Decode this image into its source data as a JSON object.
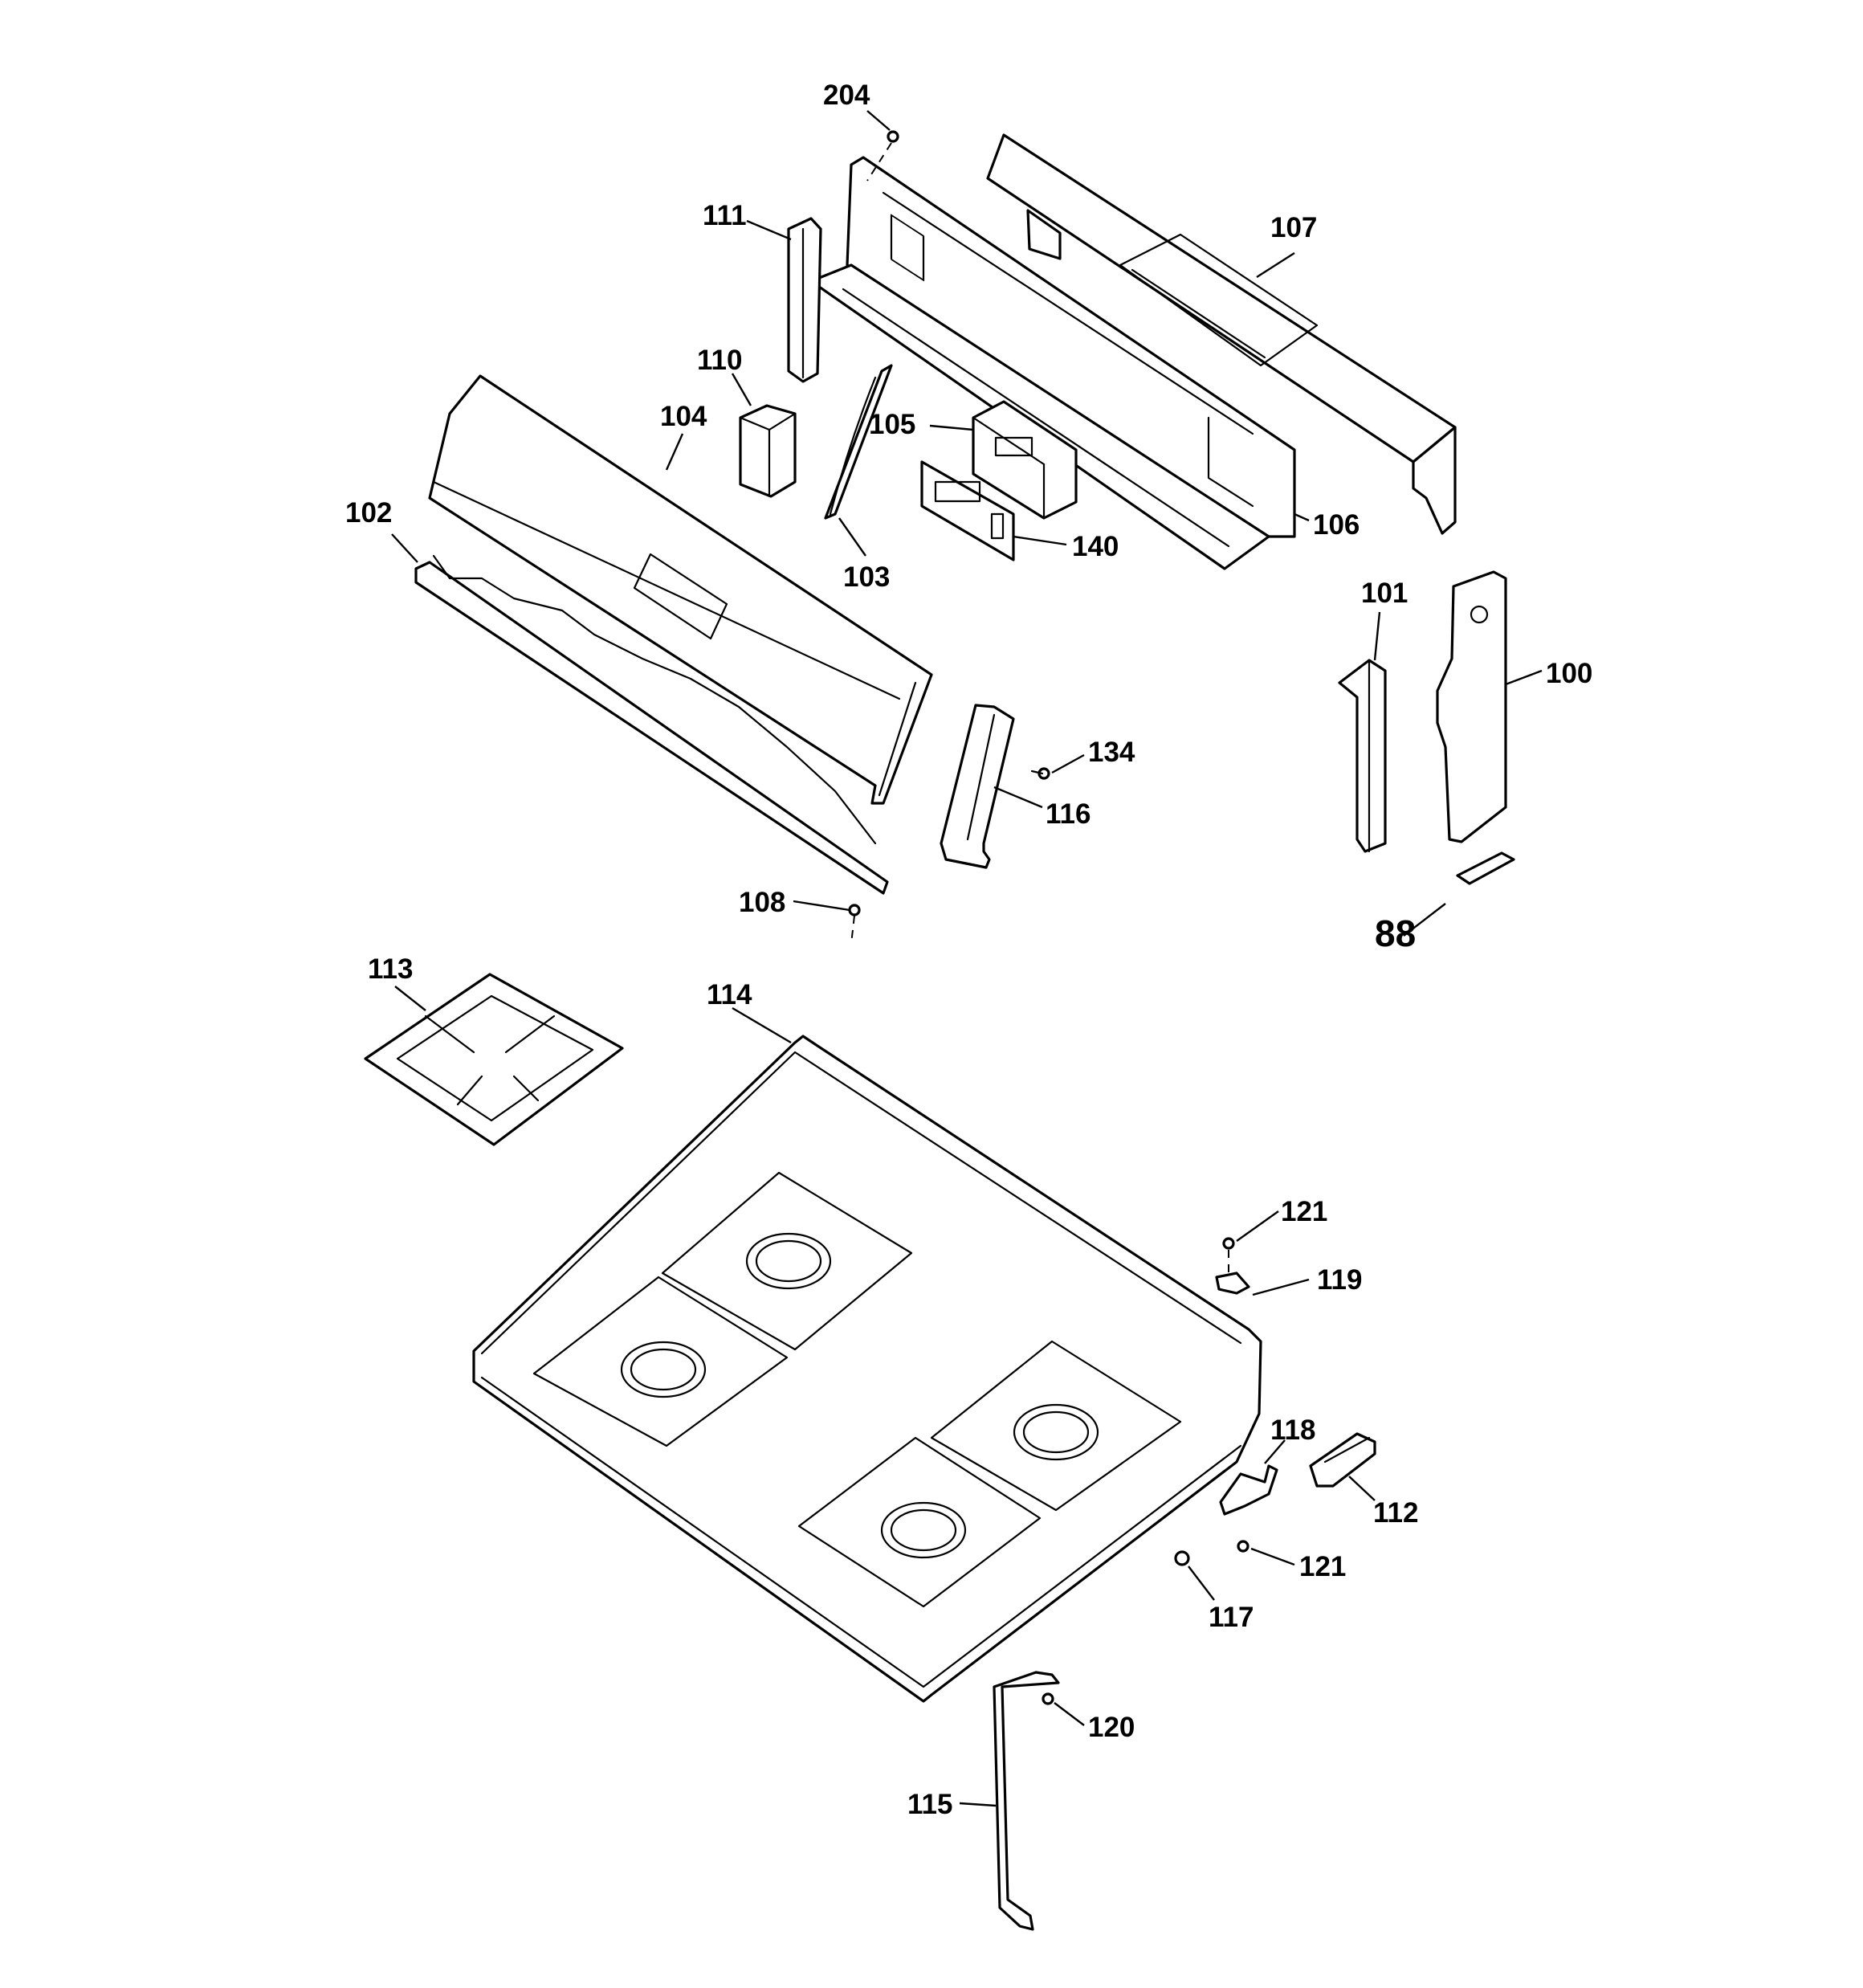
{
  "diagram": {
    "callouts": {
      "c204": "204",
      "c111": "111",
      "c107": "107",
      "c110": "110",
      "c104": "104",
      "c105": "105",
      "c102": "102",
      "c106": "106",
      "c140": "140",
      "c103": "103",
      "c101": "101",
      "c100": "100",
      "c134": "134",
      "c116": "116",
      "c108": "108",
      "c88": "88",
      "c113": "113",
      "c114": "114",
      "c121a": "121",
      "c119": "119",
      "c118": "118",
      "c112": "112",
      "c121b": "121",
      "c117": "117",
      "c120": "120",
      "c115": "115"
    }
  }
}
